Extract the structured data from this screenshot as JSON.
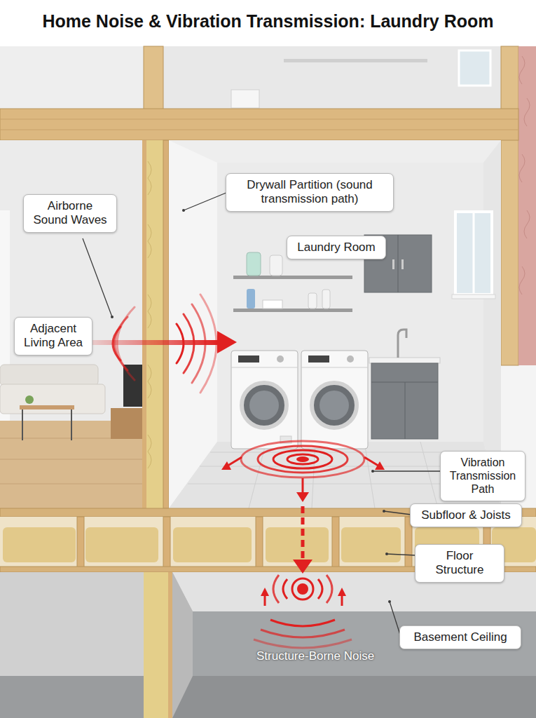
{
  "diagram": {
    "title": "Home Noise & Vibration Transmission: Laundry Room",
    "nodes": [
      {
        "text": [
          "Airborne Sound Waves"
        ]
      },
      {
        "text": [
          "Drywall Partition (sound transmission path)"
        ]
      },
      {
        "text": [
          "Laundry Room"
        ]
      },
      {
        "text": [
          "Adjacent Living Area"
        ]
      },
      {
        "text": [
          "Vibration Transmission Path"
        ]
      },
      {
        "text": [
          "Subfloor & Joists"
        ]
      },
      {
        "text": [
          "Floor Structure"
        ]
      },
      {
        "text": [
          "Basement Ceiling"
        ]
      }
    ],
    "labels": [
      "Structure-Borne Noise"
    ]
  }
}
